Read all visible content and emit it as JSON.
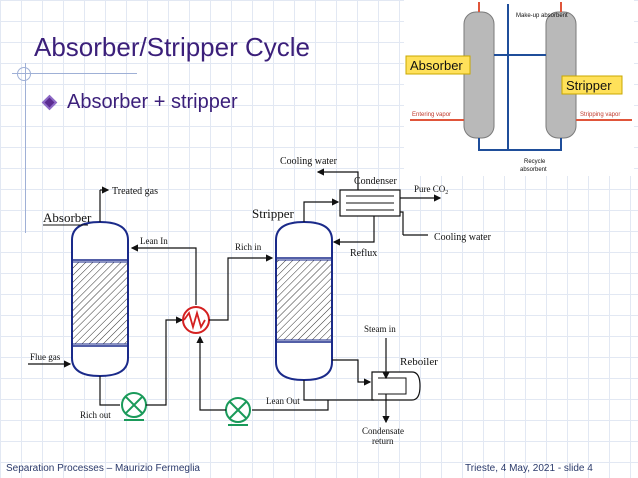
{
  "slide": {
    "title": "Absorber/Stripper Cycle",
    "bullet": "Absorber + stripper",
    "footer_left": "Separation Processes – Maurizio Fermeglia",
    "footer_right": "Trieste, 4 May, 2021 - slide 4"
  },
  "inset": {
    "makeup": "Make-up absorbent",
    "absorber": "Absorber",
    "stripper": "Stripper",
    "entering_vapor": "Entering vapor",
    "stripping_vapor": "Stripping vapor",
    "recycle_1": "Recycle",
    "recycle_2": "absorbent",
    "colors": {
      "column": "#b9b9b9",
      "label_bg": "#ffe15a",
      "liquid": "#1f4e9a",
      "vapor": "#e0553a"
    }
  },
  "diagram": {
    "cooling_water_top": "Cooling water",
    "condenser": "Condenser",
    "pure_co2_main": "Pure CO",
    "pure_co2_sub": "2",
    "treated_gas": "Treated gas",
    "absorber": "Absorber",
    "stripper": "Stripper",
    "lean_in": "Lean In",
    "rich_in": "Rich in",
    "reflux": "Reflux",
    "cooling_water_right": "Cooling water",
    "flue_gas": "Flue gas",
    "rich_out": "Rich out",
    "steam_in": "Steam in",
    "reboiler": "Reboiler",
    "lean_out": "Lean Out",
    "condensate_1": "Condensate",
    "condensate_2": "return",
    "colors": {
      "vessel": "#1a2a8a",
      "exchanger": "#d42020",
      "pump": "#1a9a5a"
    }
  }
}
